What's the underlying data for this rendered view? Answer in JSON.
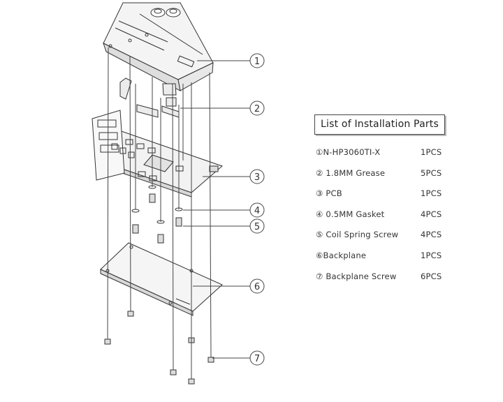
{
  "callouts": [
    "1",
    "2",
    "3",
    "4",
    "5",
    "6",
    "7"
  ],
  "parts_panel": {
    "title": "List of Installation Parts",
    "items": [
      {
        "name": "①N-HP3060TI-X",
        "qty": "1PCS"
      },
      {
        "name": "② 1.8MM Grease",
        "qty": "5PCS"
      },
      {
        "name": "③ PCB",
        "qty": "1PCS"
      },
      {
        "name": "④ 0.5MM Gasket",
        "qty": "4PCS"
      },
      {
        "name": "⑤ Coil Spring Screw",
        "qty": "4PCS"
      },
      {
        "name": "⑥Backplane",
        "qty": "1PCS"
      },
      {
        "name": "⑦ Backplane Screw",
        "qty": "6PCS"
      }
    ]
  }
}
